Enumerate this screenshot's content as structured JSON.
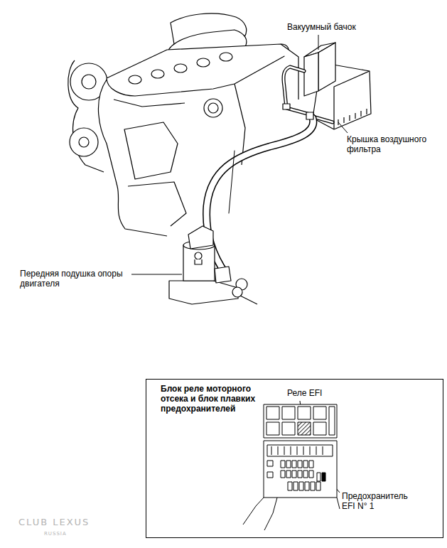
{
  "diagram": {
    "nodes": [
      {
        "text": [
          "Блок реле моторного отсека и блок плавких предохранителей"
        ]
      }
    ],
    "labels": [
      "Вакуумный бачок",
      "Крышка воздушного фильтра",
      "Передняя подушка опоры двигателя",
      "Реле EFI",
      "Предохранитель EFI N° 1",
      "CLUB LEXUS",
      "RUSSIA"
    ]
  }
}
